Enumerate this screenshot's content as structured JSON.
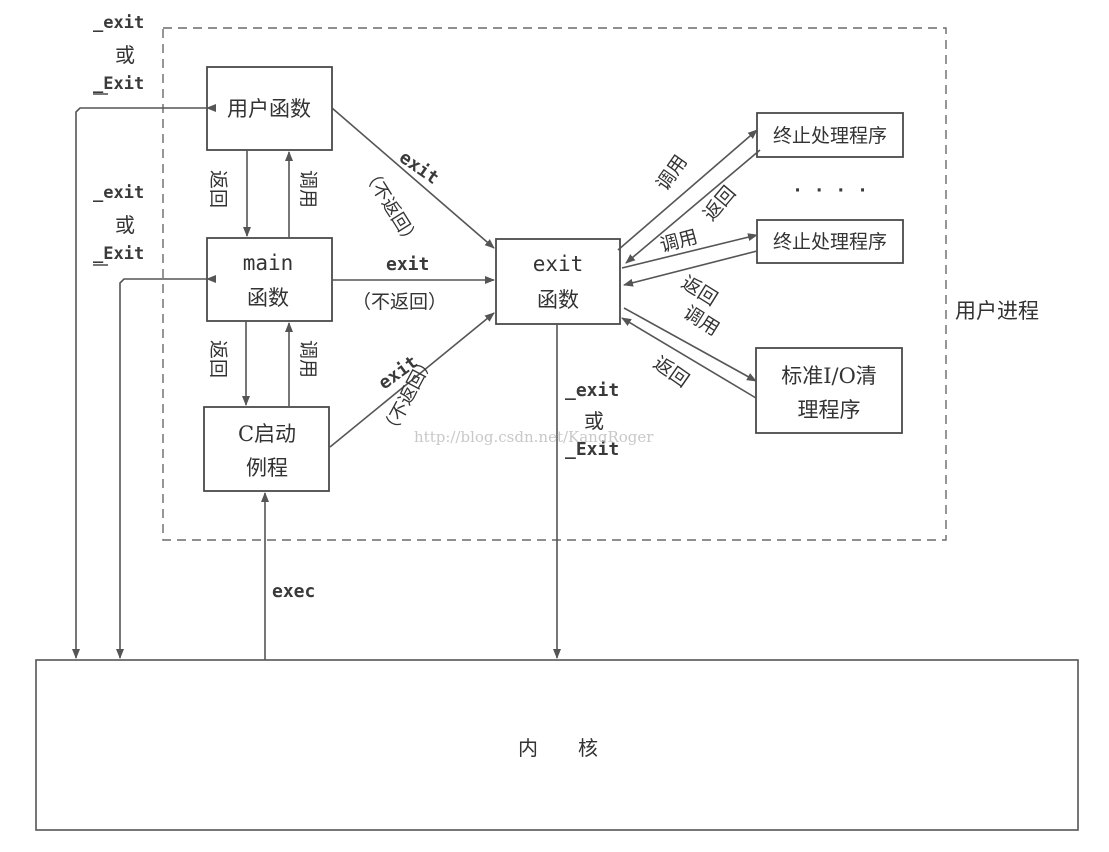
{
  "boxes": {
    "user_func": "用户函数",
    "main_line1": "main",
    "main_line2": "函数",
    "c_start_line1": "C启动",
    "c_start_line2": "例程",
    "exit_line1": "exit",
    "exit_line2": "函数",
    "handler_1": "终止处理程序",
    "handler_2": "终止处理程序",
    "stdio_line1": "标准I/O清",
    "stdio_line2": "理程序",
    "kernel": "内　　核"
  },
  "labels": {
    "exit": "exit",
    "no_return": "（不返回）",
    "call": "调用",
    "return": "返回",
    "_exit": "_exit",
    "or": "或",
    "_Exit": "_Exit",
    "exec": "exec",
    "ellipsis": "· · · ·",
    "user_process": "用户进程"
  },
  "watermark": "http://blog.csdn.net/KangRoger"
}
